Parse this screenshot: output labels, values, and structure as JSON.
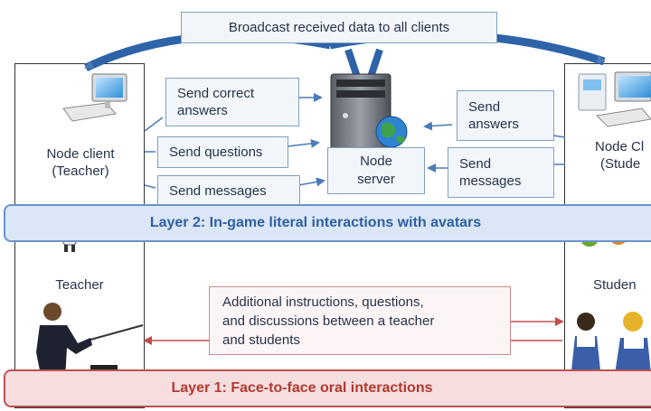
{
  "broadcast_label": "Broadcast received data to all clients",
  "teacher_client": {
    "line1": "Node client",
    "line2": "(Teacher)"
  },
  "student_client": {
    "line1": "Node Cl",
    "line2": "(Stude"
  },
  "server": {
    "line1": "Node",
    "line2": "server"
  },
  "teacher_messages": {
    "correct_answers": [
      "Send correct",
      "answers"
    ],
    "questions": "Send questions",
    "messages": "Send messages"
  },
  "student_messages": {
    "answers": [
      "Send",
      "answers"
    ],
    "messages": [
      "Send",
      "messages"
    ]
  },
  "layer2": "Layer 2: In-game literal interactions with avatars",
  "layer1": "Layer 1: Face-to-face oral interactions",
  "teacher_label": "Teacher",
  "student_label": "Studen",
  "oral_text": [
    "Additional instructions, questions,",
    "and discussions between a teacher",
    "and students"
  ],
  "colors": {
    "arrow": "#3d6fb0",
    "layer2": "#6a93c9",
    "layer1": "#c05050"
  }
}
